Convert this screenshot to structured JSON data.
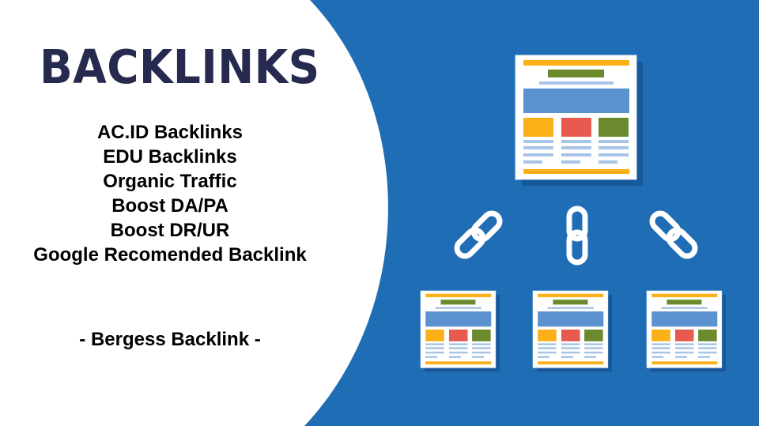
{
  "title": "BACKLINKS",
  "features": [
    "AC.ID Backlinks",
    "EDU Backlinks",
    "Organic Traffic",
    "Boost DA/PA",
    "Boost DR/UR",
    "Google Recomended Backlink"
  ],
  "tagline": "- Bergess Backlink -",
  "colors": {
    "background_blue": "#1f6db5",
    "title_navy": "#262a4f",
    "orange": "#fbb017",
    "green": "#6b8a2e",
    "red": "#e85a4f",
    "panel_blue": "#5b93d0",
    "line_blue": "#a8c4e6"
  },
  "icons": [
    "webpage-icon",
    "chain-link-icon"
  ]
}
